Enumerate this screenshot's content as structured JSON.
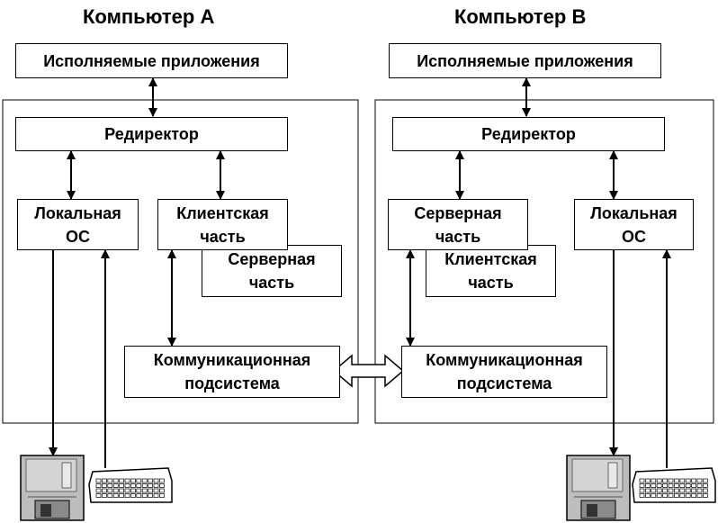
{
  "computer_a": {
    "title": "Компьютер А",
    "apps": "Исполняемые приложения",
    "redirector": "Редиректор",
    "local_os": "Локальная\nОС",
    "client_part": "Клиентская\nчасть",
    "server_part": "Серверная\nчасть",
    "comm": "Коммуникационная\nподсистема"
  },
  "computer_b": {
    "title": "Компьютер В",
    "apps": "Исполняемые приложения",
    "redirector": "Редиректор",
    "server_part": "Серверная\nчасть",
    "client_part": "Клиентская\nчасть",
    "local_os": "Локальная\nОС",
    "comm": "Коммуникационная\nподсистема"
  },
  "icons": [
    "disk-drive-icon",
    "keyboard-icon"
  ]
}
